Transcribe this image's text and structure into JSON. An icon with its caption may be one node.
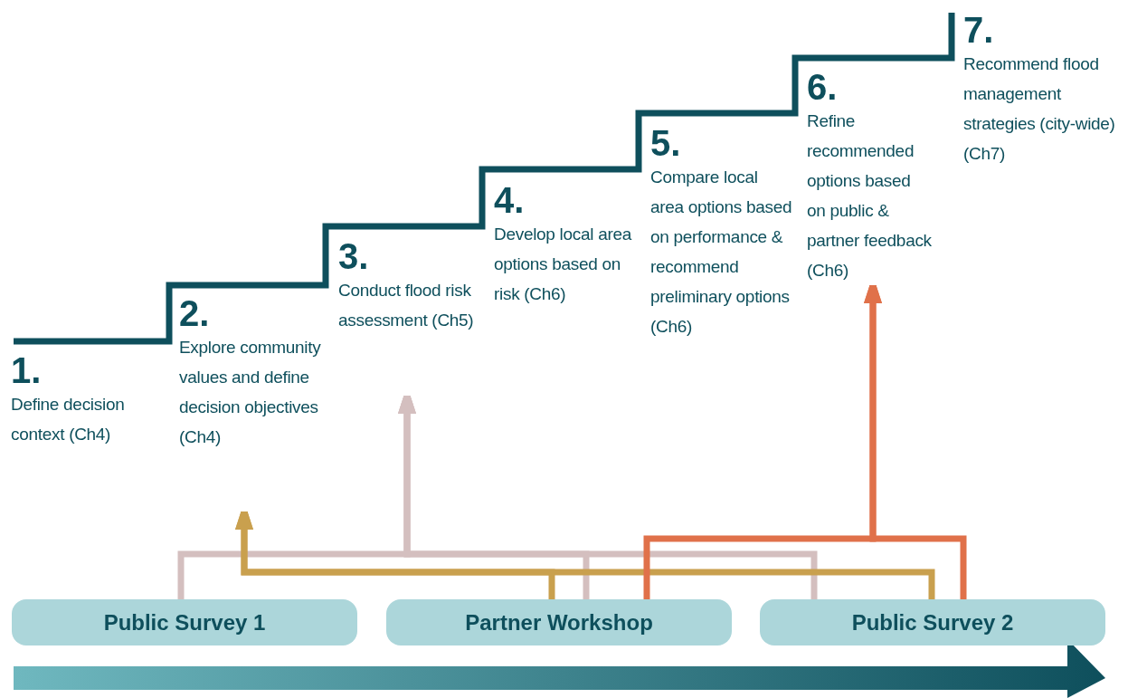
{
  "diagram": {
    "nodes": [
      {
        "text": [
          "1.",
          "Define decision context (Ch4)"
        ]
      },
      {
        "text": [
          "2.",
          "Explore community values and define decision objectives (Ch4)"
        ]
      },
      {
        "text": [
          "3.",
          "Conduct flood risk assessment (Ch5)"
        ]
      },
      {
        "text": [
          "4.",
          "Develop local area options based on risk (Ch6)"
        ]
      },
      {
        "text": [
          "5.",
          "Compare local area options based on performance & recommend preliminary options (Ch6)"
        ]
      },
      {
        "text": [
          "6.",
          "Refine recommended options based on public & partner feedback (Ch6)"
        ]
      },
      {
        "text": [
          "7.",
          "Recommend flood management strategies (city-wide) (Ch7)"
        ]
      },
      {
        "text": [
          "Public Survey 1"
        ]
      },
      {
        "text": [
          "Partner Workshop"
        ]
      },
      {
        "text": [
          "Public Survey 2"
        ]
      }
    ],
    "edges": [
      {
        "from": 7,
        "to": 2,
        "arrow": "to",
        "color": "#e3d5d5"
      },
      {
        "from": 8,
        "to": 2,
        "arrow": "to",
        "color": "#e3d5d5"
      },
      {
        "from": 9,
        "to": 2,
        "arrow": "to",
        "color": "#e3d5d5"
      },
      {
        "from": 8,
        "to": 1,
        "arrow": "to",
        "color": "#c9a04e"
      },
      {
        "from": 9,
        "to": 1,
        "arrow": "to",
        "color": "#c9a04e"
      },
      {
        "from": 8,
        "to": 5,
        "arrow": "to",
        "color": "#e0714a"
      },
      {
        "from": 9,
        "to": 5,
        "arrow": "to",
        "color": "#e0714a"
      }
    ]
  }
}
